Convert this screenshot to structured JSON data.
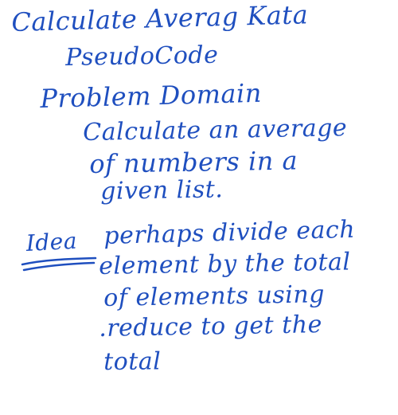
{
  "note": {
    "title": "Calculate Averag Kata",
    "subtitle": "PseudoCode",
    "heading": "Problem Domain",
    "description": [
      "Calculate an average",
      "of numbers in a",
      "given list."
    ],
    "idea_label": "Idea",
    "idea_lines": [
      "perhaps divide each",
      "element by the total",
      "of elements using",
      ".reduce to get the",
      "total"
    ],
    "ink_color": "#1f4fbf"
  }
}
